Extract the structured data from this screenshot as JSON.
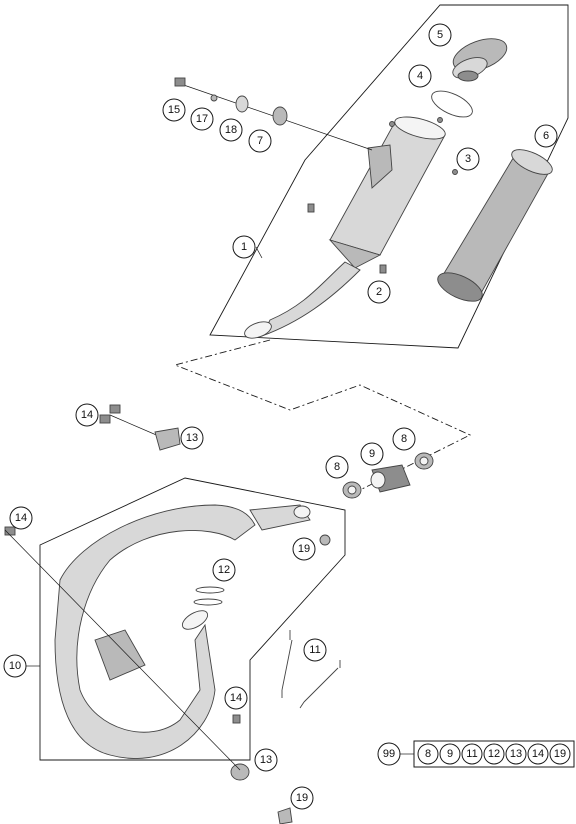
{
  "callouts": {
    "c1": "1",
    "c2": "2",
    "c3": "3",
    "c4": "4",
    "c5": "5",
    "c6": "6",
    "c7": "7",
    "c8a": "8",
    "c8b": "8",
    "c9": "9",
    "c10": "10",
    "c11": "11",
    "c12": "12",
    "c13a": "13",
    "c13b": "13",
    "c14a": "14",
    "c14b": "14",
    "c14c": "14",
    "c15": "15",
    "c17": "17",
    "c18": "18",
    "c19a": "19",
    "c19b": "19"
  },
  "kit": {
    "label": "99",
    "items": [
      "8",
      "9",
      "11",
      "12",
      "13",
      "14",
      "19"
    ]
  },
  "colors": {
    "line": "#1a1a1a",
    "part_fill": "#cfcfcf",
    "background": "#ffffff"
  }
}
